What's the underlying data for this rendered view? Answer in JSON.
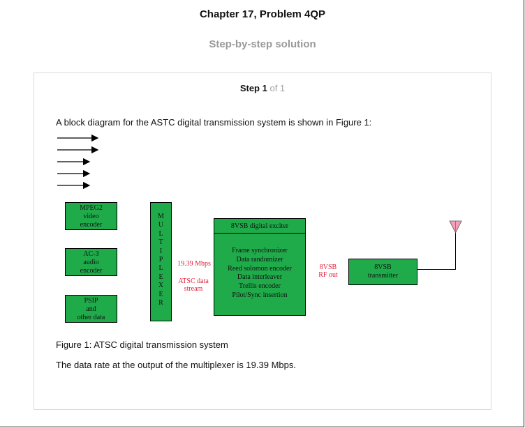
{
  "header": {
    "title": "Chapter 17, Problem 4QP",
    "subtitle": "Step-by-step solution"
  },
  "step": {
    "label": "Step 1",
    "of_text": "of 1"
  },
  "content": {
    "intro": "A block diagram for the ASTC digital transmission system is shown in Figure 1:",
    "caption": "Figure 1: ATSC digital transmission system",
    "result": "The data rate at the output of the multiplexer is 19.39 Mbps."
  },
  "diagram": {
    "encoders": [
      {
        "label": "MPEG2\nvideo\nencoder"
      },
      {
        "label": "AC-3\naudio\nencoder"
      },
      {
        "label": "PSIP\nand\nother data"
      }
    ],
    "multiplexer_letters": [
      "M",
      "U",
      "L",
      "T",
      "I",
      "P",
      "L",
      "E",
      "X",
      "E",
      "R"
    ],
    "rate_label": "19.39 Mbps",
    "stream_label": "ATSC data\nstream",
    "exciter_title": "8VSB digital exciter",
    "exciter_functions": [
      "Frame synchronizer",
      "Data randomizer",
      "Reed solomon encoder",
      "Data interleaver",
      "Trellis encoder",
      "Pilot/Sync insertion"
    ],
    "rf_label": "8VSB\nRF out",
    "transmitter_label": "8VSB\ntransmitter",
    "colors": {
      "block_fill": "#1fab4a",
      "label_red": "#e0203a",
      "antenna_pink": "#f5a0b8"
    }
  }
}
